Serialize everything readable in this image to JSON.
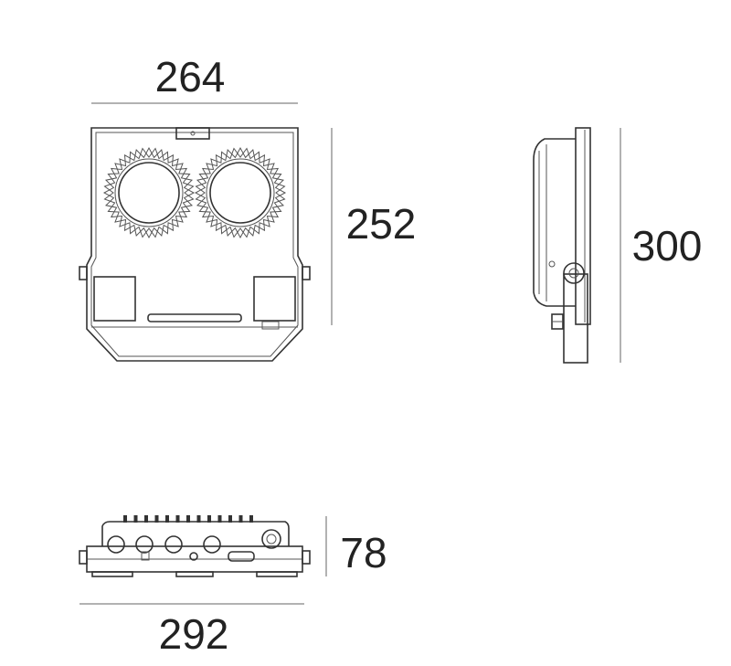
{
  "dimensions": {
    "front_width": "264",
    "front_height": "252",
    "side_height": "300",
    "bottom_depth": "78",
    "bottom_width": "292"
  },
  "colors": {
    "line": "#333333",
    "text": "#222222",
    "background": "#ffffff"
  }
}
